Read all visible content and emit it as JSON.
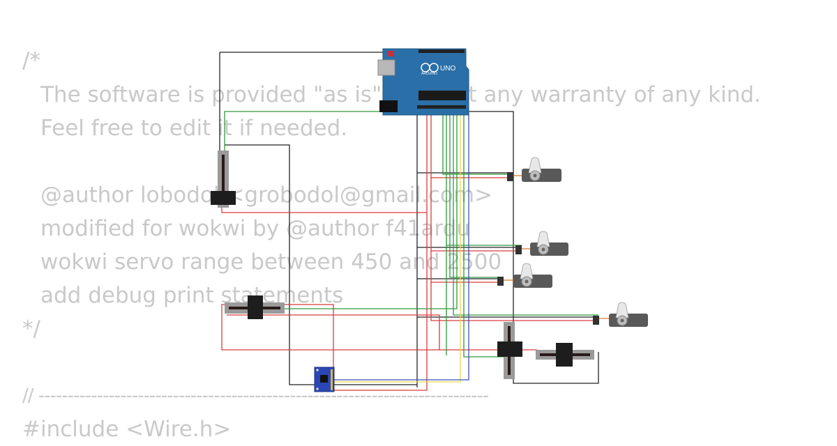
{
  "code_background": {
    "lines": [
      "/*",
      "The software is provided \"as is\", without any warranty of any kind.",
      "Feel free to edit it if needed.",
      "@author lobodol <grobodol@gmail.com>",
      "modified for wokwi by @author f41ardu",
      "wokwi servo range between 450 and 2500",
      "add debug print statements",
      "*/",
      "// -----------------------------------------------------------------------------",
      "#include <Wire.h>"
    ]
  },
  "arduino": {
    "brand": "ARDUINO",
    "model": "UNO",
    "board_color": "#2a6fa8"
  },
  "wire_colors": {
    "black": "#222222",
    "red": "#d93a3a",
    "green": "#2c9a3a",
    "yellow": "#e8d84a",
    "blue": "#3a4fb8",
    "orange": "#e07a2a"
  },
  "components": {
    "servos": [
      "servo-1",
      "servo-2",
      "servo-3",
      "servo-4"
    ],
    "potentiometers": [
      "slide-pot-vertical-left",
      "slide-pot-horizontal-left",
      "slide-pot-vertical-right",
      "slide-pot-horizontal-right"
    ],
    "sensor": "mpu6050-module"
  }
}
